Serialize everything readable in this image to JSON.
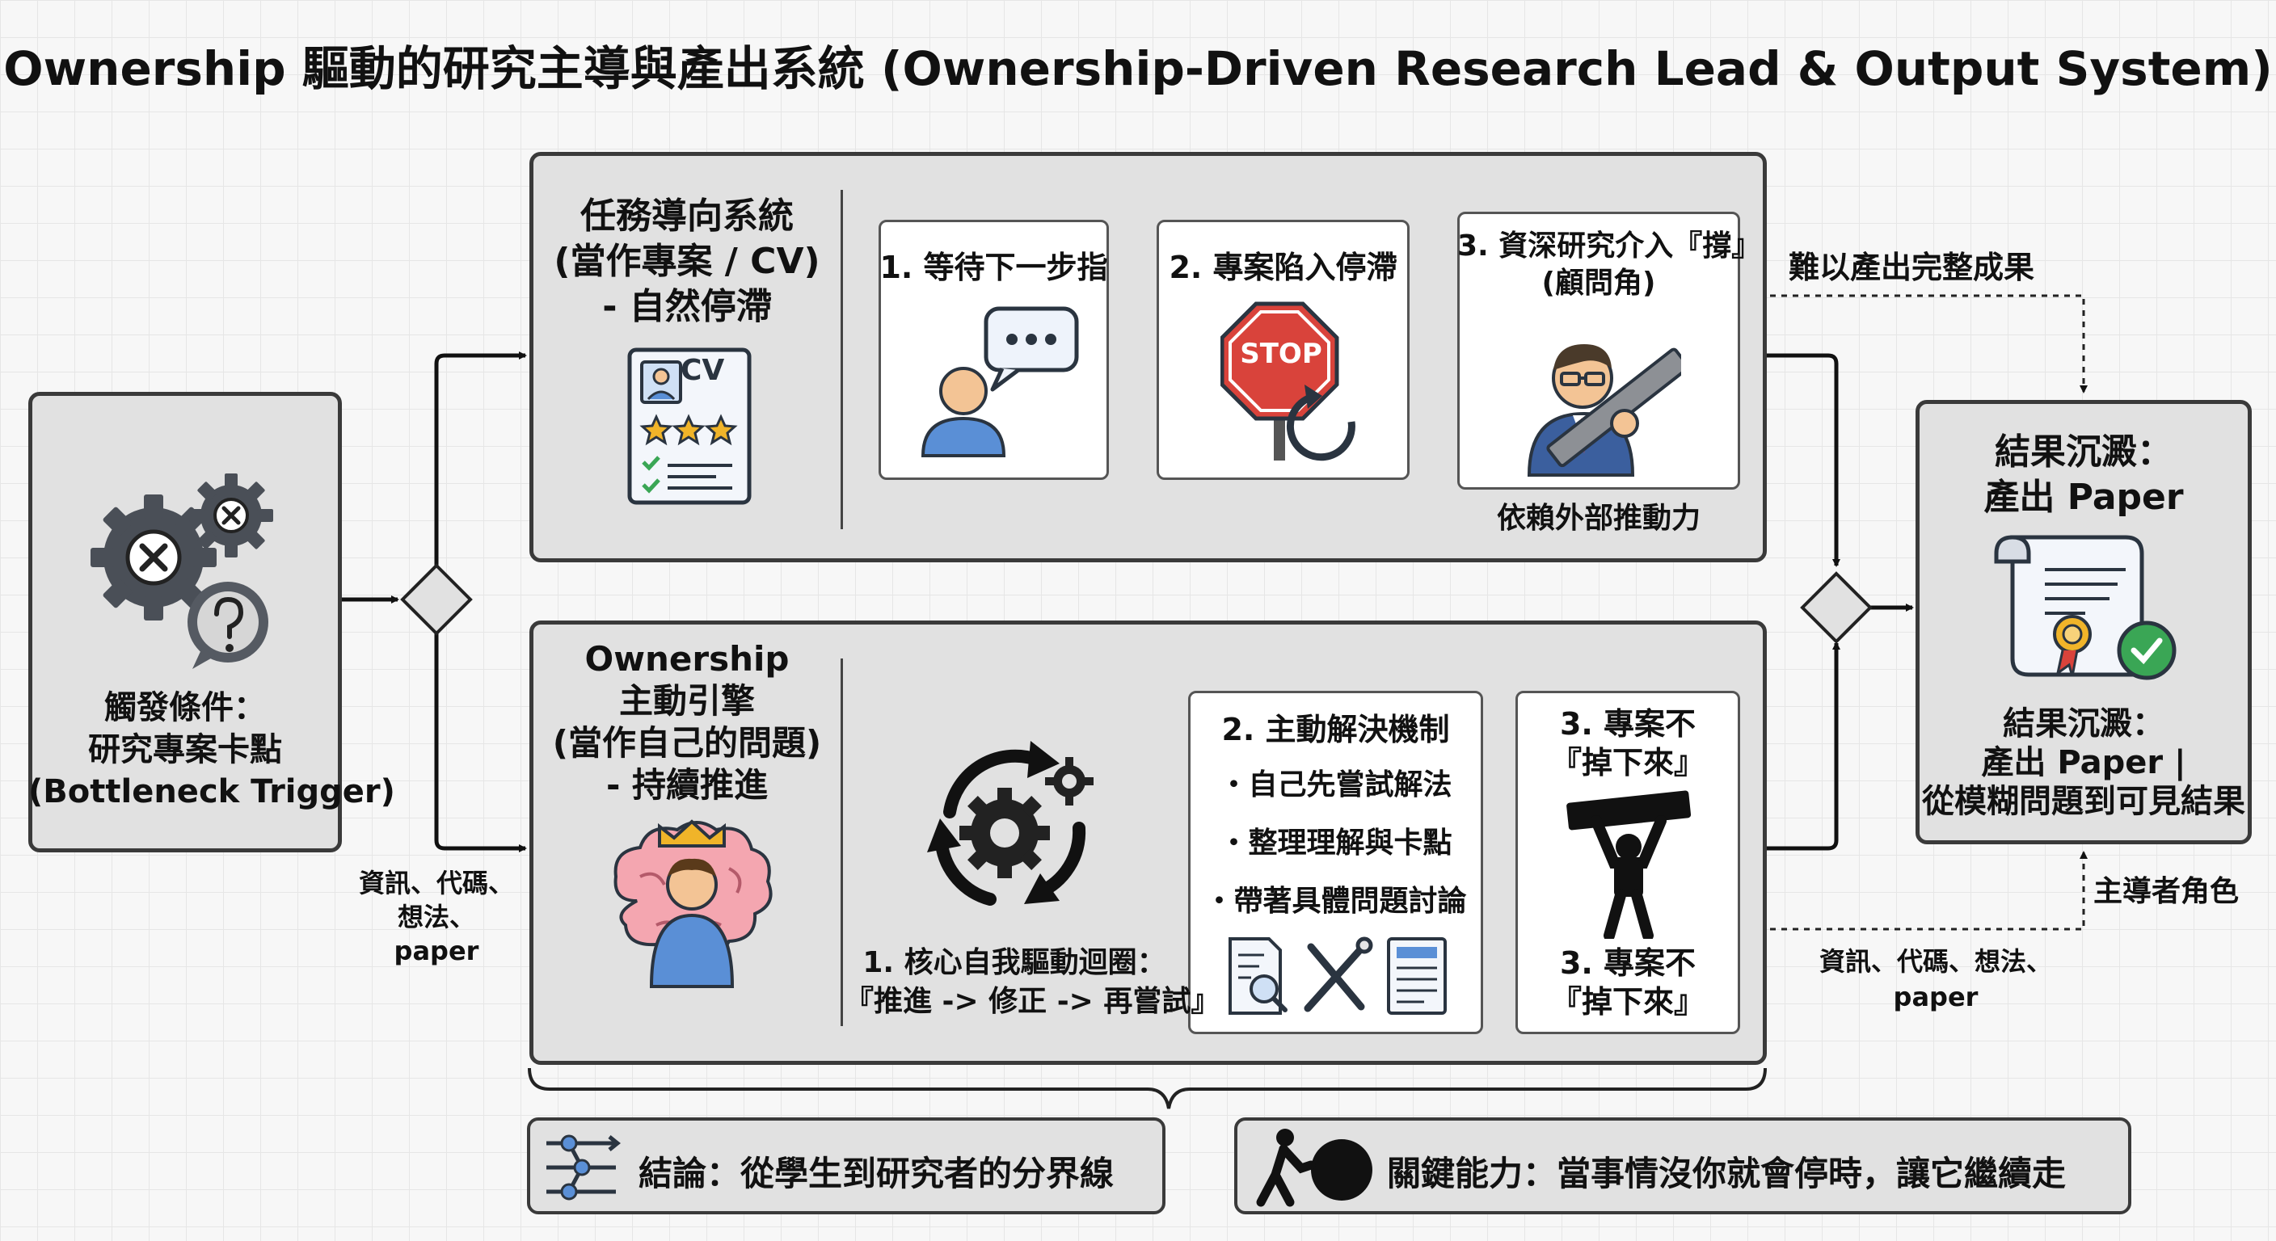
{
  "title": "Ownership 驅動的研究主導與產出系統 (Ownership-Driven Research Lead & Output System)",
  "trigger": {
    "lines": [
      "觸發條件：",
      "研究專案卡點",
      "(Bottleneck Trigger)"
    ],
    "input_note": [
      "資訊、代碼、",
      "想法、",
      "paper"
    ]
  },
  "task_system": {
    "heading": [
      "任務導向系統",
      "(當作專案 / CV)",
      "- 自然停滯"
    ],
    "cv_label": "CV",
    "step1": "1. 等待下一步指",
    "step2": "2. 專案陷入停滯",
    "stop_label": "STOP",
    "step3": [
      "3. 資深研究介入『撐』",
      "(顧問角)"
    ],
    "step3_caption": "依賴外部推動力",
    "outcome_note": "難以產出完整成果"
  },
  "ownership_system": {
    "heading": [
      "Ownership",
      "主動引擎",
      "(當作自己的問題)",
      "- 持續推進"
    ],
    "loop_caption": [
      "1. 核心自我驅動迴圈：",
      "『推進 -> 修正 -> 再嘗試』"
    ],
    "mechanism": {
      "title": "2. 主動解決機制",
      "items": [
        "自己先嘗試解法",
        "整理理解與卡點",
        "帶著具體問題討論"
      ]
    },
    "step3_top": [
      "3. 專案不",
      "『掉下來』"
    ],
    "step3_bottom": [
      "3. 專案不",
      "『掉下來』"
    ]
  },
  "result": {
    "heading": [
      "結果沉澱：",
      "產出 Paper"
    ],
    "sub": [
      "結果沉澱：",
      "產出 Paper |",
      "從模糊問題到可見結果"
    ],
    "role_note": "主導者角色",
    "feedback_note": [
      "資訊、代碼、想法、",
      "paper"
    ]
  },
  "conclusion": "結論：從學生到研究者的分界線",
  "key_ability": "關鍵能力：當事情沒你就會停時，讓它繼續走",
  "colors": {
    "panel_fill": "#e1e1e1",
    "border": "#3a3a3a",
    "person_blue": "#5a8fd6",
    "skin": "#f3c495",
    "stop_red": "#d9433b",
    "crown_gold": "#f0b429",
    "brain_pink": "#f4a6b0",
    "check_green": "#3aa655"
  }
}
